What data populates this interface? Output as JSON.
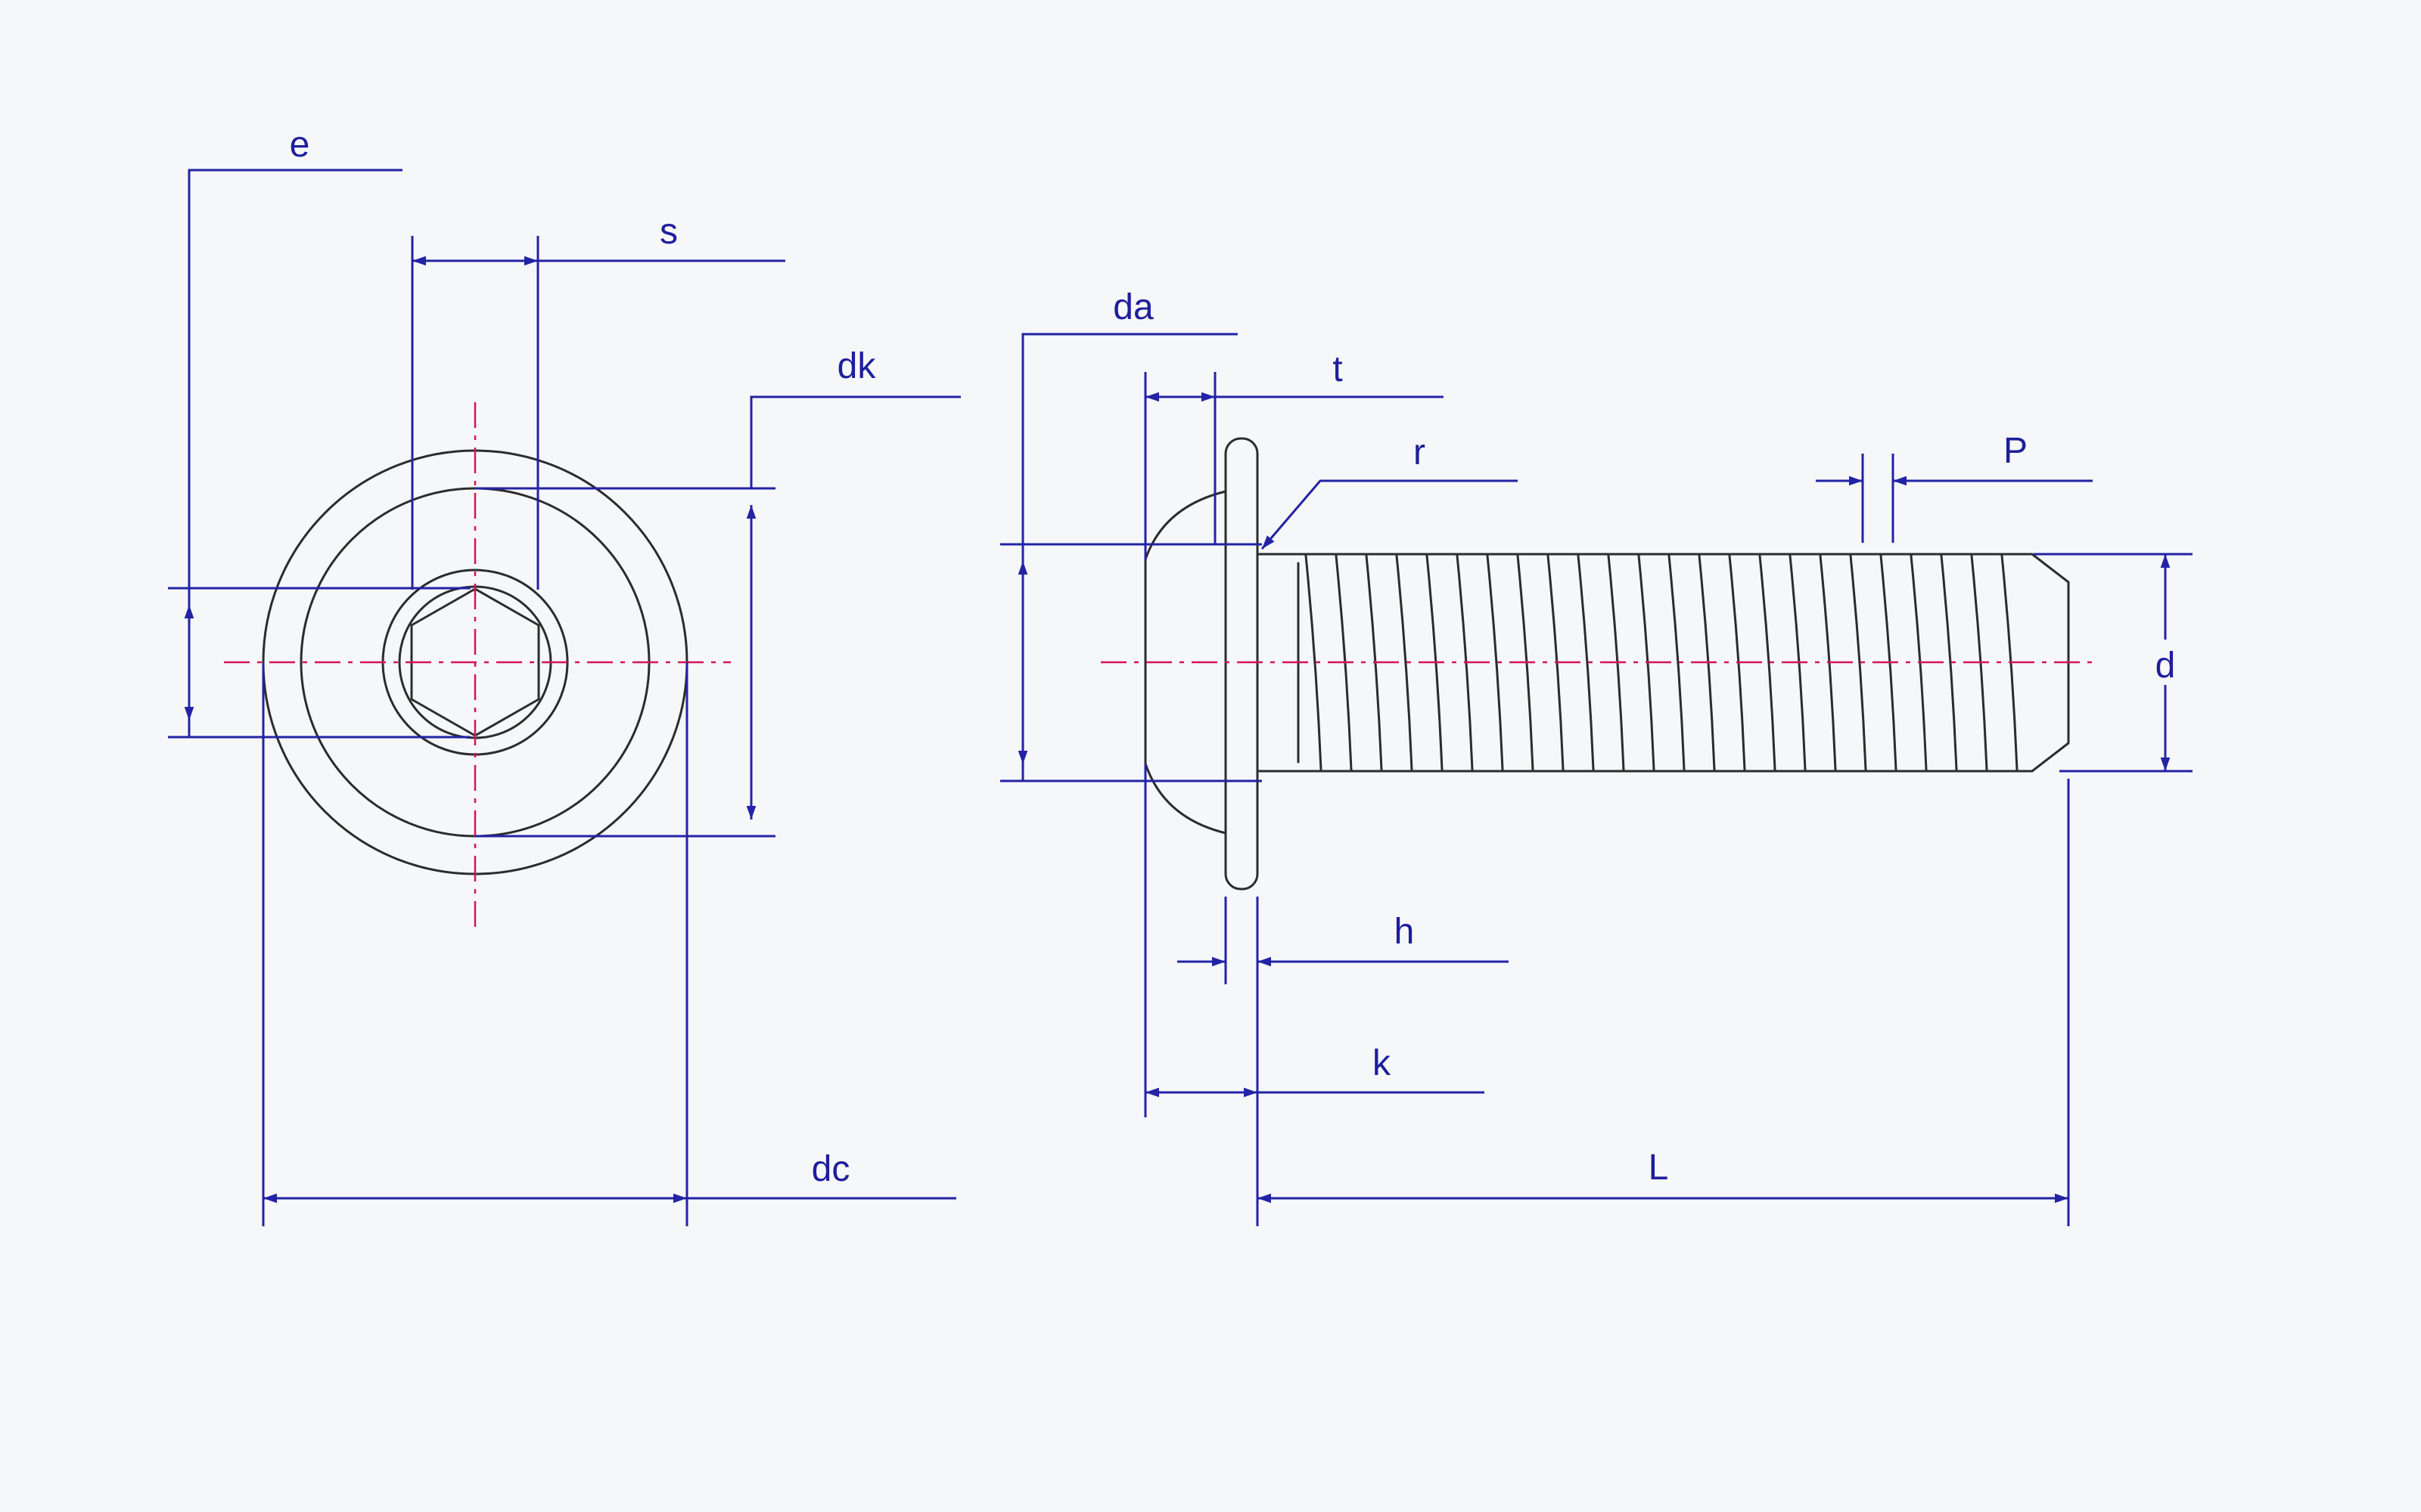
{
  "front_view": {
    "labels": {
      "e": "e",
      "s": "s",
      "dk": "dk",
      "dc": "dc"
    }
  },
  "side_view": {
    "labels": {
      "da": "da",
      "t": "t",
      "r": "r",
      "p": "P",
      "d": "d",
      "h": "h",
      "k": "k",
      "L": "L"
    }
  },
  "colors": {
    "background": "#f6f7f9",
    "part_outline": "#2c2c2c",
    "dimension_lines": "#2323a6",
    "center_lines": "#d4145a"
  }
}
